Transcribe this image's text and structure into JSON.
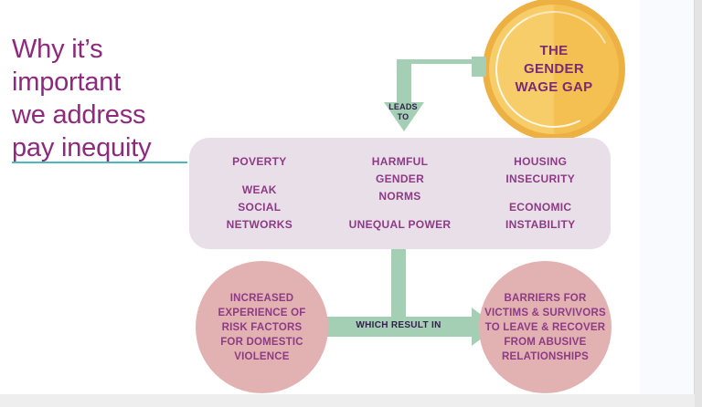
{
  "slide": {
    "title": "Why it’s\nimportant\nwe address\npay inequity",
    "accent_underline_color": "#4fb8bd",
    "title_color": "#8e2a7e"
  },
  "diagram": {
    "coin": {
      "label": "THE\nGENDER\nWAGE GAP",
      "ring_color": "#edb143",
      "face_color": "#f7cd6a",
      "text_color": "#7b2a74"
    },
    "connector_leads_to": {
      "label": "LEADS\nTO",
      "color": "#a4cfb5",
      "text_color": "#32214a"
    },
    "panel": {
      "background_color": "#e8dfe8",
      "text_color": "#8e3a85",
      "columns": [
        {
          "name": "poverty-column",
          "groups": [
            "POVERTY",
            "WEAK\nSOCIAL\nNETWORKS"
          ]
        },
        {
          "name": "harmful-gender-norms-column",
          "groups": [
            "HARMFUL\nGENDER\nNORMS",
            "UNEQUAL POWER"
          ]
        },
        {
          "name": "housing-economic-column",
          "groups": [
            "HOUSING\nINSECURITY",
            "ECONOMIC\nINSTABILITY"
          ]
        }
      ]
    },
    "connector_which_result_in": {
      "label": "WHICH RESULT IN",
      "color": "#a4cfb5",
      "text_color": "#32214a"
    },
    "outcomes": {
      "circle_color": "#e2b2b2",
      "text_color": "#8e3a85",
      "left": "INCREASED\nEXPERIENCE OF\nRISK FACTORS\nFOR DOMESTIC\nVIOLENCE",
      "right": "BARRIERS FOR\nVICTIMS & SURVIVORS\nTO LEAVE & RECOVER\nFROM ABUSIVE\nRELATIONSHIPS"
    }
  }
}
